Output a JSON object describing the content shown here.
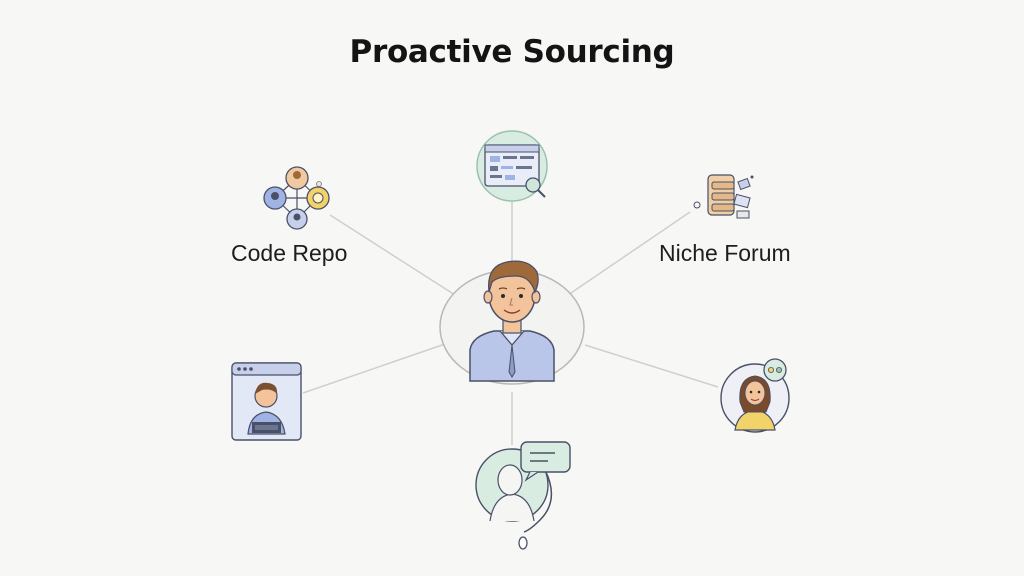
{
  "title": "Proactive Sourcing",
  "nodes": {
    "code_repo": {
      "label": "Code Repo",
      "icon": "network-graph-icon"
    },
    "niche_forum": {
      "label": "Niche Forum",
      "icon": "forum-documents-icon"
    },
    "center": {
      "icon": "candidate-avatar-icon"
    },
    "dashboard": {
      "icon": "job-board-dashboard-icon"
    },
    "profile_window": {
      "icon": "profile-window-icon"
    },
    "referral": {
      "icon": "referral-chat-icon"
    },
    "person_female": {
      "icon": "female-candidate-chat-icon"
    }
  },
  "colors": {
    "line": "#cfcfcf",
    "outline": "#4a5068",
    "shirt": "#b9c6ea",
    "skin": "#f3c39c",
    "hair": "#a0693a",
    "teal_bg": "#d8ece2",
    "yellow": "#f1d36a",
    "blue": "#9fb3e4"
  }
}
